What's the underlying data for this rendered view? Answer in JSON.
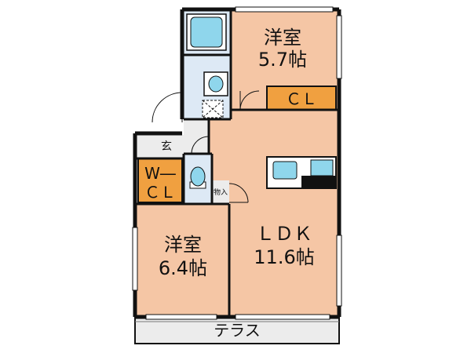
{
  "colors": {
    "room_floor": "#f5c6a5",
    "wet_area": "#dde9f5",
    "entrance": "#ececec",
    "closet": "#f0a040",
    "wall": "#111111",
    "fixture": "#8fd6ec",
    "terrace": "#ececec"
  },
  "rooms": {
    "western_room_north": {
      "name": "洋室",
      "size": "5.7帖"
    },
    "western_room_south": {
      "name": "洋室",
      "size": "6.4帖"
    },
    "ldk": {
      "name": "ＬＤＫ",
      "size": "11.6帖"
    }
  },
  "closets": {
    "north_closet": "ＣＬ",
    "walk_in_closet_line1": "W―",
    "walk_in_closet_line2": "ＣＬ"
  },
  "small_labels": {
    "entrance": "玄",
    "storage": "物入"
  },
  "terrace": {
    "label": "テラス"
  },
  "fixtures": [
    "bathtub-icon",
    "washbasin-icon",
    "washing-machine-pan-icon",
    "toilet-icon",
    "kitchen-sink-icon",
    "stove-icon"
  ]
}
